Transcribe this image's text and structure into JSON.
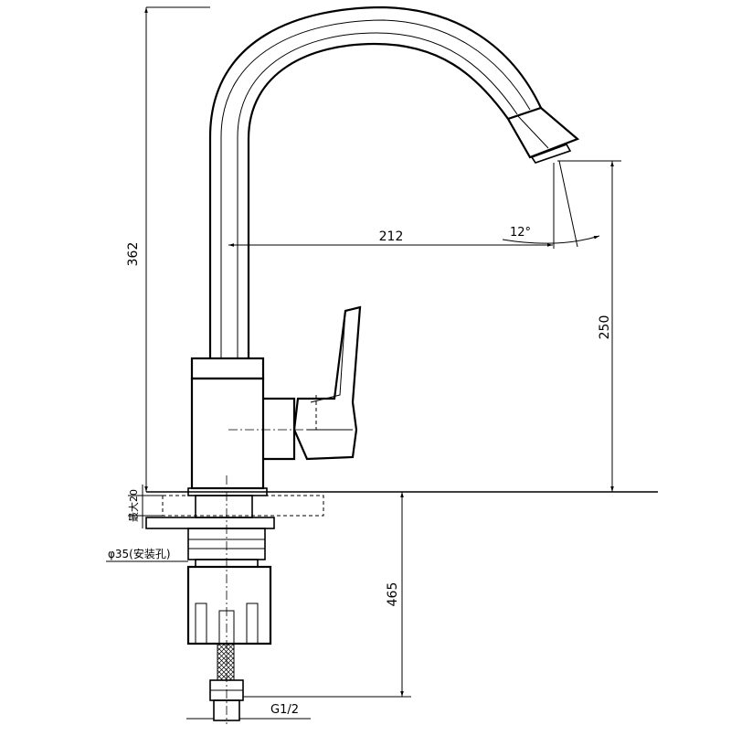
{
  "dimensions": {
    "total_height": "362",
    "spout_reach": "212",
    "spout_angle": "12°",
    "spout_height": "250",
    "hose_length": "465",
    "max_thickness": "最大20",
    "mount_hole": "φ35(安装孔)",
    "thread": "G1/2"
  }
}
